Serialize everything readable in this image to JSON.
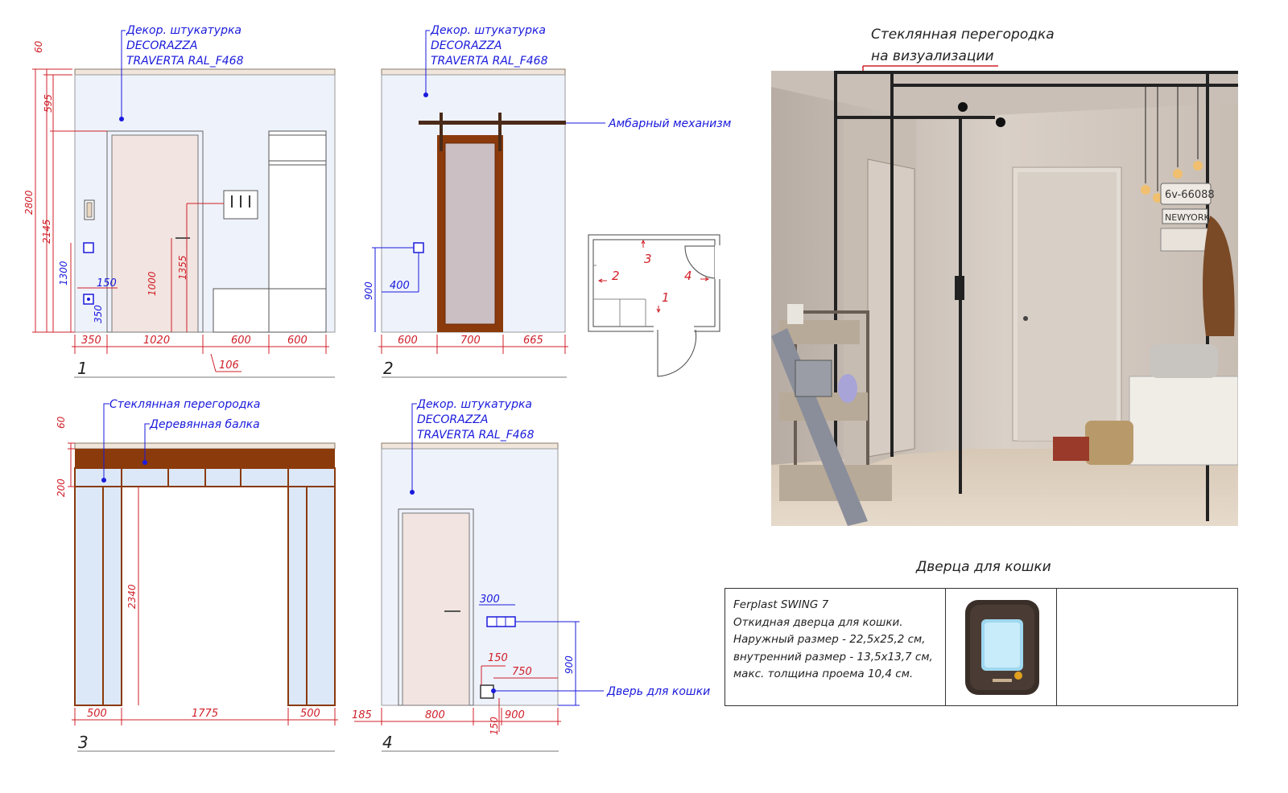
{
  "view1": {
    "number": "1",
    "note_lines": [
      "Декор. штукатурка",
      "DECORAZZA",
      "TRAVERTA RAL_F468"
    ],
    "dims": {
      "d60": "60",
      "d595": "595",
      "d2800": "2800",
      "d2145": "2145",
      "d1300": "1300",
      "d150": "150",
      "d350v": "350",
      "d1000": "1000",
      "d1355": "1355",
      "d350": "350",
      "d1020": "1020",
      "d600a": "600",
      "d600b": "600",
      "d106": "106"
    }
  },
  "view2": {
    "number": "2",
    "note_lines": [
      "Декор. штукатурка",
      "DECORAZZA",
      "TRAVERTA RAL_F468"
    ],
    "barn_label": "Амбарный механизм",
    "dims": {
      "d900": "900",
      "d400": "400",
      "d600": "600",
      "d700": "700",
      "d665": "665"
    }
  },
  "plan": {
    "markers": [
      "1",
      "2",
      "3",
      "4"
    ]
  },
  "view3": {
    "number": "3",
    "glass_label": "Стеклянная перегородка",
    "beam_label": "Деревянная балка",
    "dims": {
      "d60": "60",
      "d200": "200",
      "d2340": "2340",
      "d500a": "500",
      "d1775": "1775",
      "d500b": "500"
    }
  },
  "view4": {
    "number": "4",
    "note_lines": [
      "Декор. штукатурка",
      "DECORAZZA",
      "TRAVERTA RAL_F468"
    ],
    "cat_door_label": "Дверь для кошки",
    "dims": {
      "d185": "185",
      "d800": "800",
      "d900h": "900",
      "d150v": "150",
      "d300": "300",
      "d150": "150",
      "d750": "750",
      "d900v": "900"
    }
  },
  "visualization": {
    "caption_line1": "Стеклянная перегородка",
    "caption_line2": "на визуализации",
    "plate_text": "6v-66088",
    "plate_sub": "NEWYORK"
  },
  "cat_door": {
    "title": "Дверца для кошки",
    "description_lines": [
      "Ferplast SWING 7",
      "Откидная дверца для кошки.",
      "Наружный размер - 22,5x25,2 см,",
      "внутренний размер - 13,5x13,7 см,",
      "макс. толщина проема 10,4 см."
    ]
  },
  "colors": {
    "annotation_blue": "#1a1adc",
    "dimension_red": "#d0202a",
    "wood_brown": "#8b3a0c",
    "wall_fill": "#eef2fb"
  }
}
